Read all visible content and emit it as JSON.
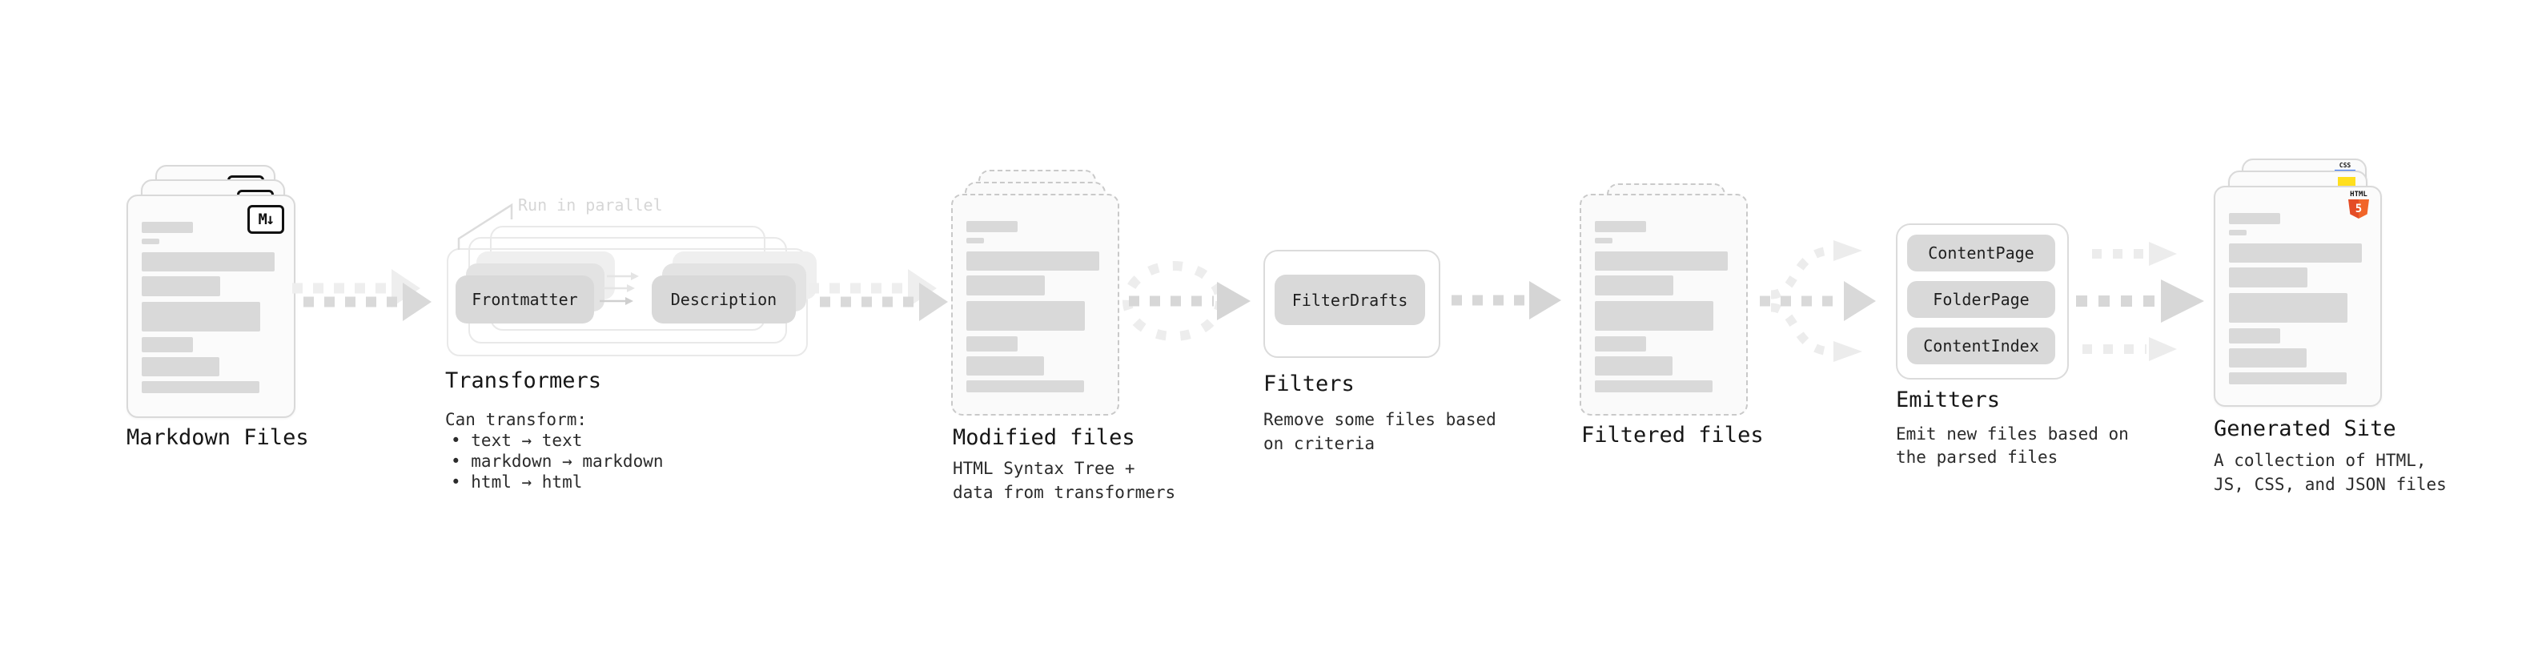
{
  "stages": {
    "markdown_files": {
      "label": "Markdown Files",
      "badge": "M↓"
    },
    "transformers": {
      "note": "Run in parallel",
      "chip_left": "Frontmatter",
      "chip_right": "Description",
      "heading": "Transformers",
      "desc_title": "Can transform:",
      "bullets": [
        "• text → text",
        "• markdown → markdown",
        "• html → html"
      ]
    },
    "modified_files": {
      "label": "Modified files",
      "desc": [
        "HTML Syntax Tree +",
        "data from transformers"
      ]
    },
    "filters": {
      "chip": "FilterDrafts",
      "heading": "Filters",
      "desc": [
        "Remove some files based",
        "on criteria"
      ]
    },
    "filtered_files": {
      "label": "Filtered files"
    },
    "emitters": {
      "chips": [
        "ContentPage",
        "FolderPage",
        "ContentIndex"
      ],
      "heading": "Emitters",
      "desc": [
        "Emit new files based on",
        "the parsed files"
      ]
    },
    "generated_site": {
      "label": "Generated Site",
      "badges": {
        "css": "CSS",
        "html_text": "HTML",
        "html_number": "5"
      },
      "desc": [
        "A collection of HTML,",
        "JS, CSS, and JSON files"
      ]
    }
  },
  "colors": {
    "html5_orange": "#e44d26",
    "js_yellow": "#ffdf1e",
    "css_blue": "#2b6cf5",
    "arrow_dark": "#d7d7d7",
    "arrow_light": "#ececec",
    "chip_gray": "#d9d9d9"
  }
}
